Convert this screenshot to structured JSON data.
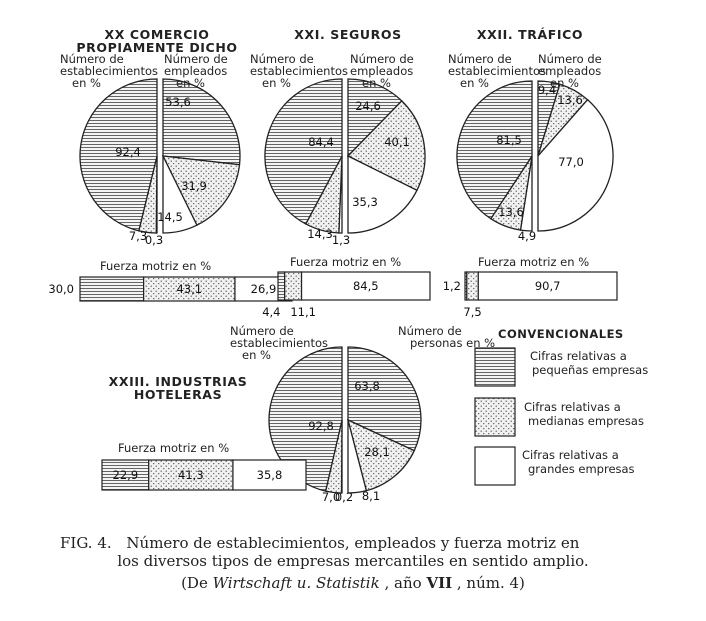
{
  "legend": {
    "title": "CONVENCIONALES",
    "items": [
      {
        "key": "small",
        "lines": [
          "Cifras relativas a",
          "pequeñas empresas"
        ]
      },
      {
        "key": "medium",
        "lines": [
          "Cifras relativas a",
          "medianas empresas"
        ]
      },
      {
        "key": "large",
        "lines": [
          "Cifras relativas a",
          "grandes empresas"
        ]
      }
    ]
  },
  "caption": {
    "line1_prefix": "FIG. 4.",
    "line1_text": "Número de establecimientos, empleados y fuerza motriz en",
    "line2": "los diversos tipos de empresas mercantiles en sentido amplio.",
    "line3_a": "(De ",
    "line3_i": "Wirtschaft u. Statistik",
    "line3_b": ", año ",
    "line3_bold": "VII",
    "line3_c": ", núm. 4)"
  },
  "chart_data": [
    {
      "type": "pie",
      "title": [
        "XX COMERCIO",
        "PROPIAMENTE DICHO"
      ],
      "left": {
        "label": [
          "Número de",
          "establecimientos",
          "en %"
        ],
        "values": [
          92.4,
          7.3,
          0.3
        ],
        "labels": [
          "92,4",
          "7,3",
          "0,3"
        ]
      },
      "right": {
        "label": [
          "Número de",
          "empleados",
          "en %"
        ],
        "values": [
          53.6,
          31.9,
          14.5
        ],
        "labels": [
          "53,6",
          "31,9",
          "14,5"
        ]
      },
      "bar": {
        "label": "Fuerza motriz en %",
        "values": [
          30.0,
          43.1,
          26.9
        ],
        "labels": [
          "30,0",
          "43,1",
          "26,9"
        ]
      }
    },
    {
      "type": "pie",
      "title": [
        "XXI. SEGUROS"
      ],
      "left": {
        "label": [
          "Número de",
          "establecimientos",
          "en %"
        ],
        "values": [
          84.4,
          14.3,
          1.3
        ],
        "labels": [
          "84,4",
          "14,3",
          "1,3"
        ]
      },
      "right": {
        "label": [
          "Número de",
          "empleados",
          "en %"
        ],
        "values": [
          24.6,
          40.1,
          35.3
        ],
        "labels": [
          "24,6",
          "40,1",
          "35,3"
        ]
      },
      "bar": {
        "label": "Fuerza motriz en %",
        "values": [
          4.4,
          11.1,
          84.5
        ],
        "labels": [
          "4,4",
          "11,1",
          "84,5"
        ]
      }
    },
    {
      "type": "pie",
      "title": [
        "XXII. TRÁFICO"
      ],
      "left": {
        "label": [
          "Número de",
          "establecimientos",
          "en %"
        ],
        "values": [
          81.5,
          13.6,
          4.9
        ],
        "labels": [
          "81,5",
          "13,6",
          "4,9"
        ]
      },
      "right": {
        "label": [
          "Número de",
          "empleados",
          "en %"
        ],
        "values": [
          9.4,
          13.6,
          77.0
        ],
        "labels": [
          "9,4",
          "13,6",
          "77,0"
        ]
      },
      "bar": {
        "label": "Fuerza motriz en %",
        "values": [
          1.2,
          7.5,
          90.7
        ],
        "labels": [
          "1,2",
          "7,5",
          "90,7"
        ]
      }
    },
    {
      "type": "pie",
      "title": [
        "XXIII. INDUSTRIAS",
        "HOTELERAS"
      ],
      "left": {
        "label": [
          "Número de",
          "establecimientos",
          "en %"
        ],
        "values": [
          92.8,
          7.0,
          0.2
        ],
        "labels": [
          "92,8",
          "7,0",
          "0,2"
        ]
      },
      "right": {
        "label": [
          "Número de",
          "personas en %"
        ],
        "values": [
          63.8,
          28.1,
          8.1
        ],
        "labels": [
          "63,8",
          "28,1",
          "8,1"
        ]
      },
      "bar": {
        "label": "Fuerza motriz en %",
        "values": [
          22.9,
          41.3,
          35.8
        ],
        "labels": [
          "22,9",
          "41,3",
          "35,8"
        ]
      }
    }
  ]
}
